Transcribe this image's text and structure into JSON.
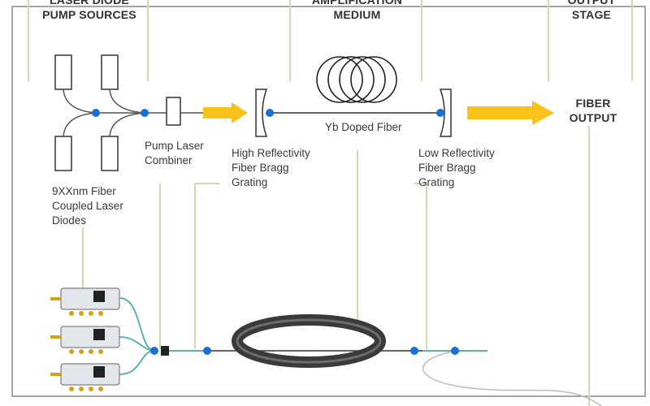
{
  "sections": {
    "pump": "LASER DIODE\nPUMP SOURCES",
    "amplification": "AMPLIFICATION\nMEDIUM",
    "output_stage": "OUTPUT\nSTAGE"
  },
  "labels": {
    "pump_combiner": "Pump Laser\nCombiner",
    "hr_fbg": "High Reflectivity\nFiber Bragg\nGrating",
    "yb_fiber": "Yb Doped Fiber",
    "lr_fbg": "Low Reflectivity\nFiber Bragg\nGrating",
    "laser_diodes": "9XXnm Fiber\nCoupled Laser\nDiodes",
    "fiber_output": "FIBER\nOUTPUT"
  },
  "colors": {
    "bracket": "#c9dcb3",
    "connector": "#1a6fd6",
    "beam": "#f7c21a",
    "fiber": "#555555",
    "coil": "#2b2b2b",
    "device": "#e3e6ea",
    "pin": "#d4a21c",
    "teal_fiber": "#5bb3b1"
  }
}
